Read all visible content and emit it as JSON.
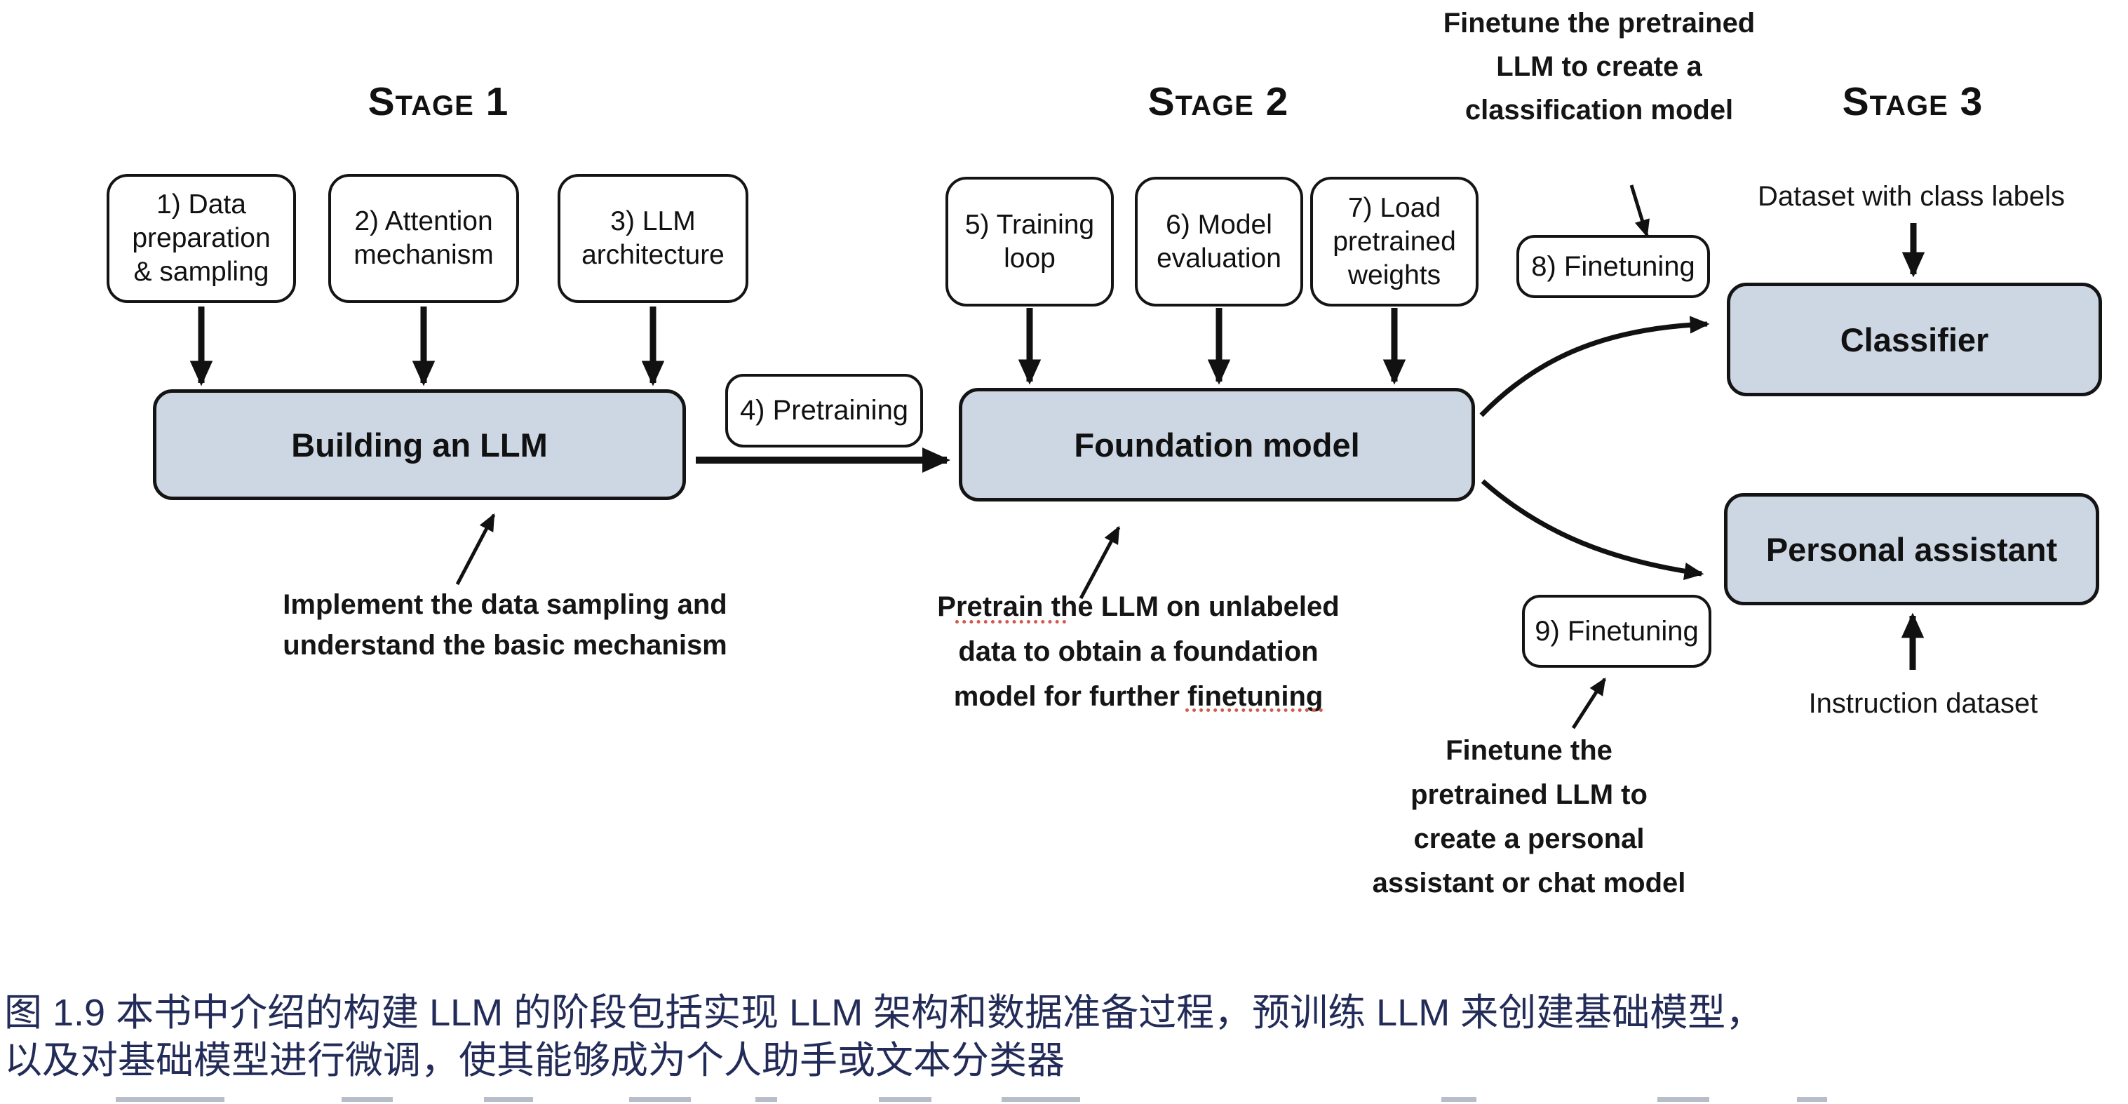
{
  "stage1": {
    "title": "Stage 1",
    "steps": [
      "1) Data\npreparation\n& sampling",
      "2) Attention\nmechanism",
      "3) LLM\narchitecture"
    ],
    "result": "Building an LLM",
    "note": "Implement the data sampling and\nunderstand the basic mechanism"
  },
  "transition": {
    "step": "4) Pretraining"
  },
  "stage2": {
    "title": "Stage 2",
    "steps": [
      "5) Training\nloop",
      "6) Model\nevaluation",
      "7) Load\npretrained\nweights"
    ],
    "result": "Foundation model",
    "note": "Pretrain the LLM on unlabeled\ndata to obtain a foundation\nmodel for further finetuning"
  },
  "stage3": {
    "title": "Stage 3",
    "classifier_path": {
      "step": "8) Finetuning",
      "note": "Finetune the pretrained\nLLM to create a\nclassification model",
      "input": "Dataset with class labels",
      "result": "Classifier"
    },
    "assistant_path": {
      "step": "9) Finetuning",
      "note": "Finetune the\npretrained LLM to\ncreate a personal\nassistant or chat model",
      "input": "Instruction dataset",
      "result": "Personal assistant"
    }
  },
  "caption": {
    "line1": "图 1.9 本书中介绍的构建 LLM 的阶段包括实现 LLM 架构和数据准备过程，预训练 LLM 来创建基础模型，",
    "line2": "以及对基础模型进行微调，使其能够成为个人助手或文本分类器"
  },
  "colors": {
    "box_fill": "#cdd7e4",
    "box_border": "#141414",
    "caption_text": "#232c58",
    "arrow": "#111111"
  }
}
